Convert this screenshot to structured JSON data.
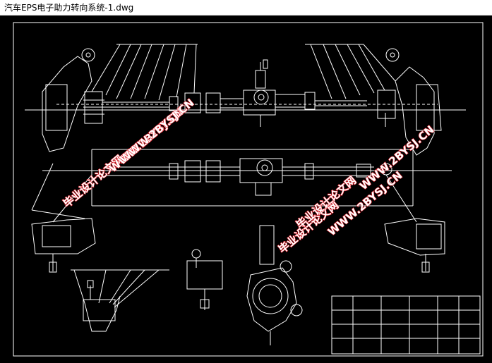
{
  "window": {
    "title": "汽车EPS电子助力转向系统-1.dwg"
  },
  "drawing": {
    "background_color": "#000000",
    "line_color": "#ffffff"
  },
  "watermarks": [
    {
      "text": "毕业设计论文网"
    },
    {
      "text": "WWW.2BYSJ.CN"
    },
    {
      "text": "WWW.2BYSJ.CN"
    },
    {
      "text": "毕业设计论文网"
    },
    {
      "text": "WWW.2BYSJ.CN"
    },
    {
      "text": "毕业设计论文网"
    },
    {
      "text": "WWW.2BYSJ.CN"
    }
  ],
  "watermark_colors": {
    "fill": "#ffffff",
    "outline": "#e0202a"
  }
}
